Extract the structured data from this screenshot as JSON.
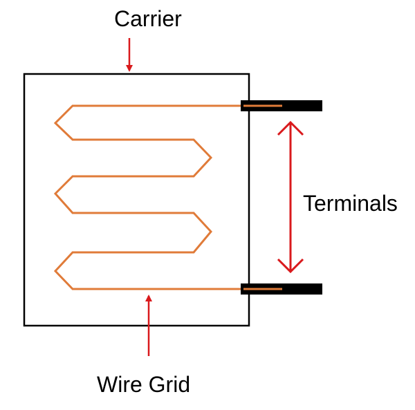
{
  "labels": {
    "carrier": "Carrier",
    "terminals": "Terminals",
    "wire_grid": "Wire Grid"
  },
  "colors": {
    "outline": "#000000",
    "wire": "#e07b39",
    "arrow": "#d9191c",
    "terminal": "#000000",
    "background": "#ffffff"
  }
}
